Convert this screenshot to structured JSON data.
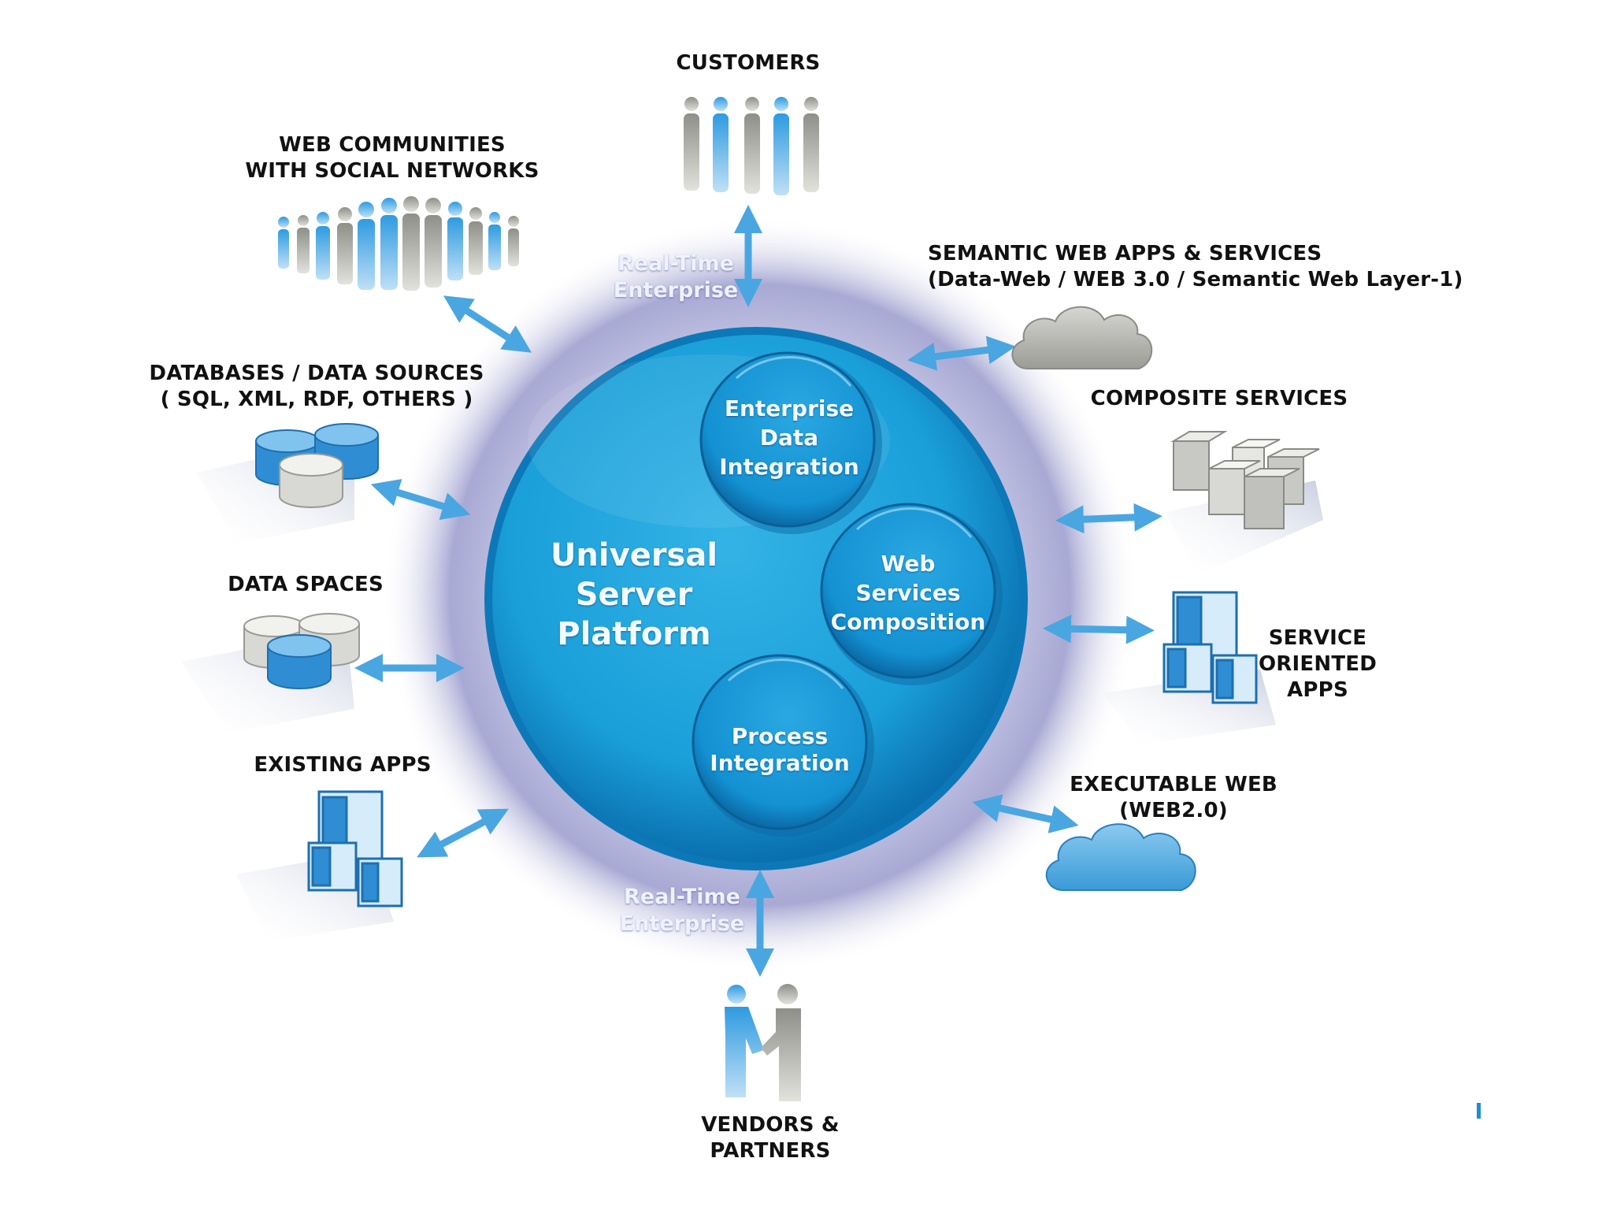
{
  "labels": {
    "customers": "CUSTOMERS",
    "web_communities": "WEB COMMUNITIES\nWITH SOCIAL NETWORKS",
    "semantic_web": "SEMANTIC WEB APPS & SERVICES\n(Data-Web / WEB 3.0 / Semantic Web Layer-1)",
    "databases": "DATABASES / DATA SOURCES\n( SQL, XML, RDF, OTHERS )",
    "composite_services": "COMPOSITE SERVICES",
    "data_spaces": "DATA SPACES",
    "service_oriented_apps": "SERVICE\nORIENTED\nAPPS",
    "existing_apps": "EXISTING APPS",
    "executable_web": "EXECUTABLE WEB\n(WEB2.0)",
    "vendors_partners": "VENDORS &\nPARTNERS"
  },
  "ring": {
    "top_label": "Real-Time\nEnterprise",
    "bottom_label": "Real-Time\nEnterprise"
  },
  "core": {
    "title": "Universal\nServer\nPlatform"
  },
  "inner": {
    "enterprise_data_integration": "Enterprise\nData\nIntegration",
    "web_services_composition": "Web\nServices\nComposition",
    "process_integration": "Process\nIntegration"
  },
  "colors": {
    "core_blue": "#1a9fd9",
    "ring_lavender": "#a8a9d4",
    "arrow_blue": "#4aa6e0",
    "people_gray": "#8f8f8a"
  },
  "icons": [
    "customers-people-icon",
    "web-communities-crowd-icon",
    "databases-cylinders-icon",
    "data-spaces-cylinders-icon",
    "existing-apps-windows-icon",
    "semantic-web-cloud-icon",
    "composite-services-boxes-icon",
    "service-oriented-apps-windows-icon",
    "executable-web-cloud-icon",
    "vendors-partners-handshake-icon"
  ]
}
